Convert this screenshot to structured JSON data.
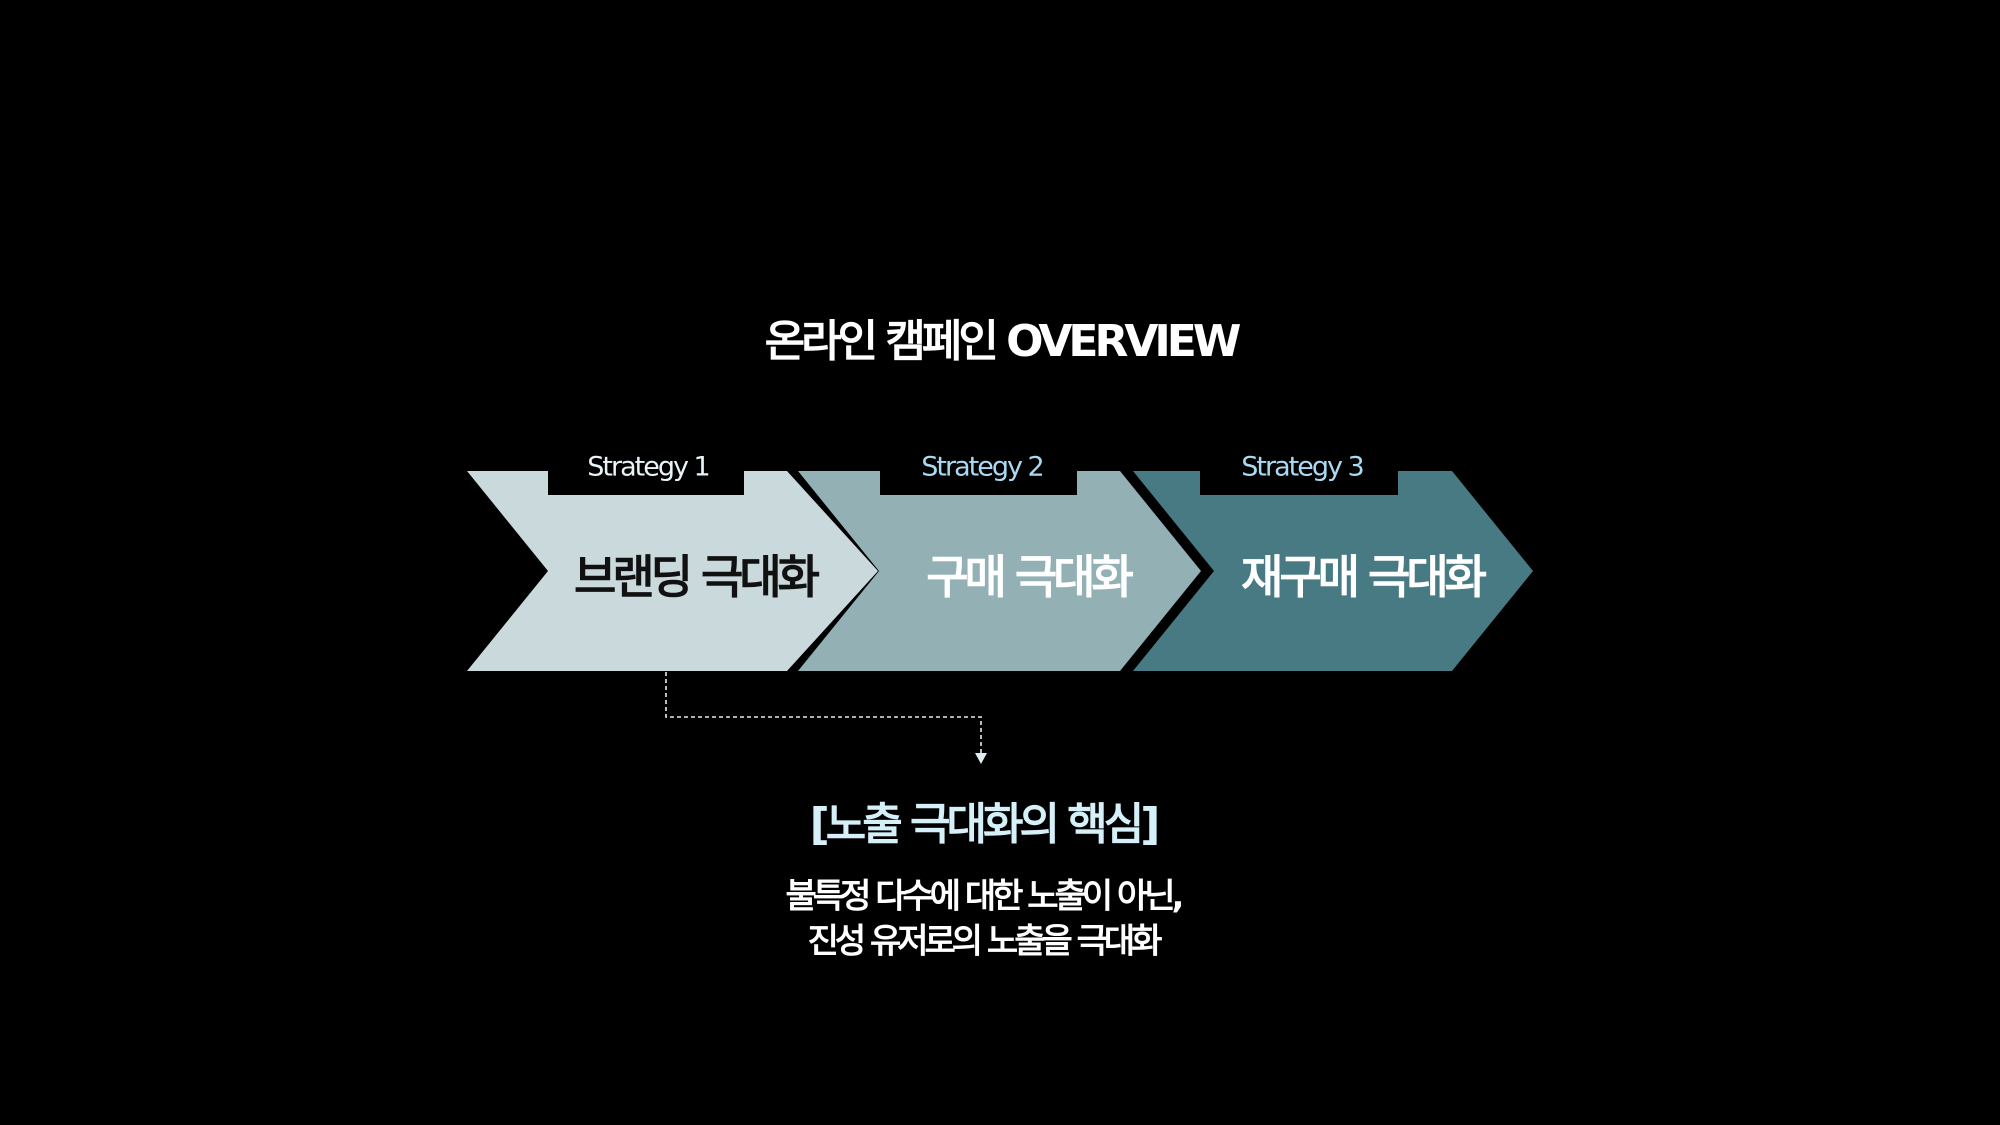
{
  "title": "온라인 캠페인 OVERVIEW",
  "strategies": [
    {
      "tag": "Strategy 1",
      "label": "브랜딩 극대화",
      "color": "#c9d9dc",
      "tag_color": "#e8f4f8",
      "label_color": "#111111"
    },
    {
      "tag": "Strategy 2",
      "label": "구매 극대화",
      "color": "#93b0b5",
      "tag_color": "#a9daf2",
      "label_color": "#ffffff"
    },
    {
      "tag": "Strategy 3",
      "label": "재구매 극대화",
      "color": "#487a84",
      "tag_color": "#a9daf2",
      "label_color": "#ffffff"
    }
  ],
  "callout": {
    "heading": "[노출 극대화의 핵심]",
    "line1": "불특정 다수에 대한 노출이 아닌,",
    "line2": "진성 유저로의 노출을 극대화"
  }
}
